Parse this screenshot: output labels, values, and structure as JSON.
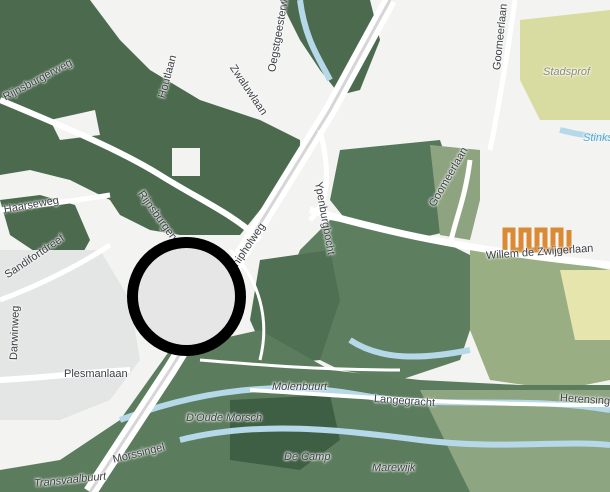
{
  "map": {
    "labels": {
      "rijnsburgerweg": "Rijnsburgerweg",
      "houtlaan": "Houtlaan",
      "zwaluwlaan": "Zwaluwlaan",
      "oegstgeesterweg": "Oegstgeesterweg",
      "rijnsburgerweg_south": "Rijnsburgerweg",
      "ypenburgbocht": "Ypenburgbocht",
      "goomeerlaan_top": "Goomeerlaan",
      "goomeerlaan_mid": "Goomeerlaan",
      "stinks": "Stinks",
      "stadsprof": "Stadsprof",
      "haarseweg": "Haarseweg",
      "sandifortdreef": "Sandifortdreef",
      "schipholweg": "Schipholweg",
      "willem_de_zwijgerlaan": "Willem de Zwijgerlaan",
      "darwinweg": "Darwinweg",
      "plesmanlaan": "Plesmanlaan",
      "molenbuurt": "Molenbuurt",
      "langegracht": "Langegracht",
      "herensingel": "Herensingel",
      "doude_morsch": "D'Oude Morsch",
      "morssingel": "Morssingel",
      "de_camp": "De Camp",
      "marewijk": "Marewijk",
      "transvaalbuurt": "Transvaalbuurt"
    },
    "colors": {
      "dark_green": "#4c6b4e",
      "mid_green": "#7d967a",
      "light_green": "#a8b98f",
      "pale_yellow": "#e6e5ae",
      "orange_building": "#d88a35",
      "water": "#b6d9ea",
      "marker_ring": "#000000",
      "marker_fill": "#e6e6e6"
    }
  }
}
